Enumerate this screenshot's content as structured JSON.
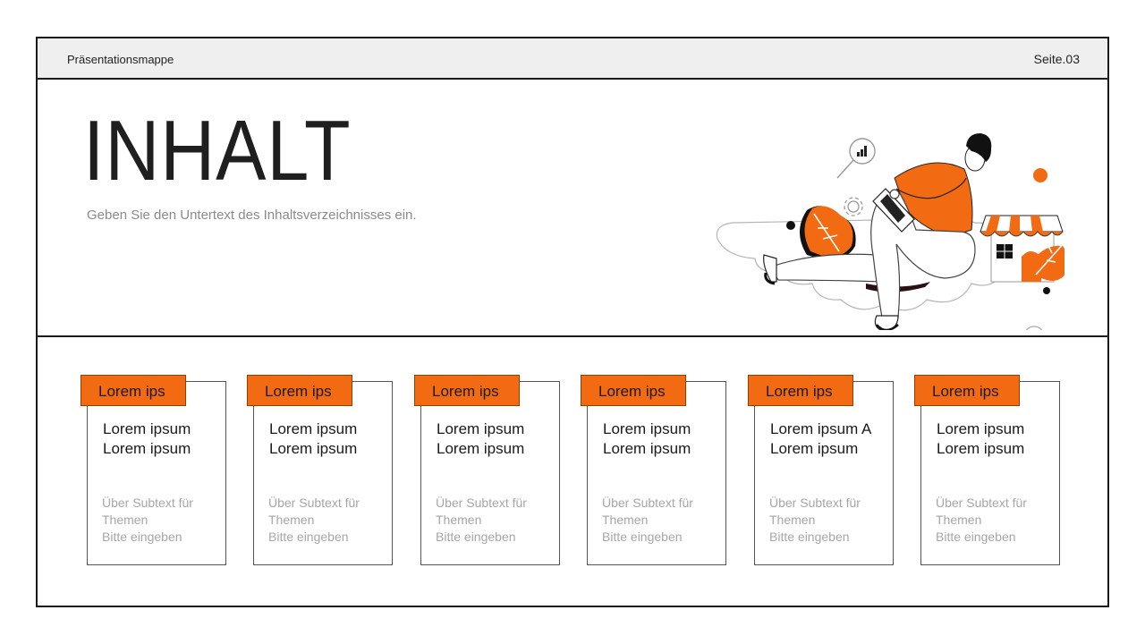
{
  "header": {
    "left": "Präsentationsmappe",
    "right": "Seite.03"
  },
  "hero": {
    "title": "INHALT",
    "subtitle": "Geben Sie den Untertext des Inhaltsverzeichnisses ein."
  },
  "colors": {
    "accent": "#f26a12",
    "frame": "#1a1a1a",
    "subtle_text": "#a6a6a6"
  },
  "cards": [
    {
      "tag": "Lorem ips",
      "line1": "Lorem ipsum",
      "line2": "Lorem ipsum",
      "sub1": "Über Subtext für",
      "sub2": "Themen",
      "sub3": "Bitte eingeben"
    },
    {
      "tag": "Lorem ips",
      "line1": "Lorem ipsum",
      "line2": "Lorem ipsum",
      "sub1": "Über Subtext für",
      "sub2": "Themen",
      "sub3": "Bitte eingeben"
    },
    {
      "tag": "Lorem ips",
      "line1": "Lorem ipsum",
      "line2": "Lorem ipsum",
      "sub1": "Über Subtext für",
      "sub2": "Themen",
      "sub3": "Bitte eingeben"
    },
    {
      "tag": "Lorem ips",
      "line1": "Lorem ipsum",
      "line2": "Lorem ipsum",
      "sub1": "Über Subtext für",
      "sub2": "Themen",
      "sub3": "Bitte eingeben"
    },
    {
      "tag": "Lorem ips",
      "line1": "Lorem ipsum A",
      "line2": "Lorem ipsum",
      "sub1": "Über Subtext für",
      "sub2": "Themen",
      "sub3": "Bitte eingeben"
    },
    {
      "tag": "Lorem ips",
      "line1": "Lorem ipsum",
      "line2": "Lorem ipsum",
      "sub1": "Über Subtext für",
      "sub2": "Themen",
      "sub3": "Bitte eingeben"
    }
  ]
}
